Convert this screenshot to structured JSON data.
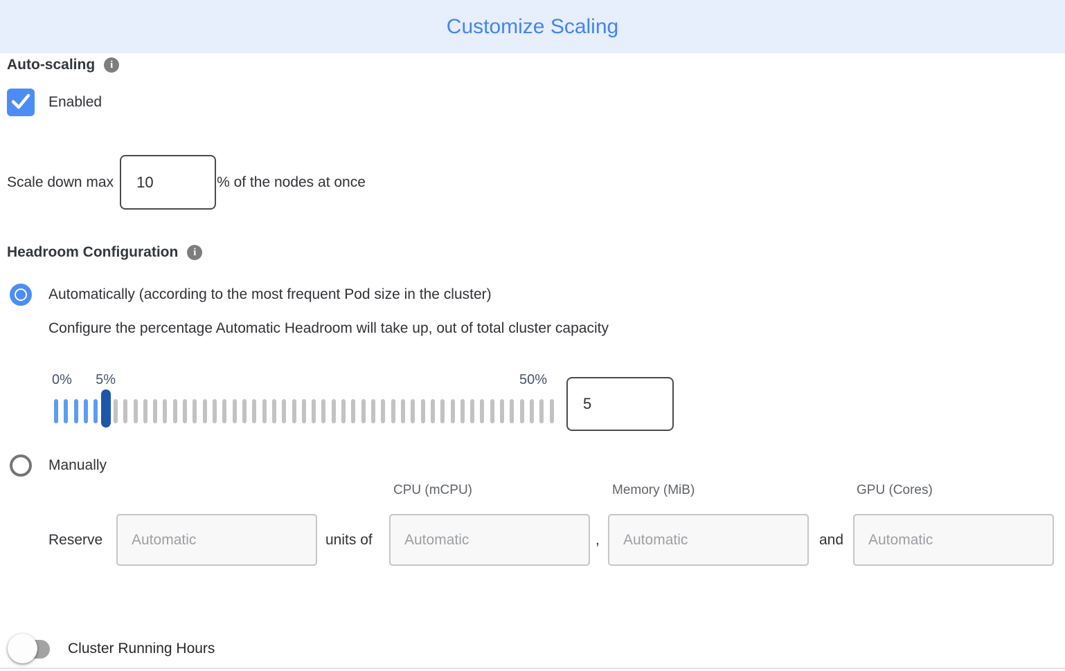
{
  "title": "Customize Scaling",
  "auto_scaling": {
    "label": "Auto-scaling",
    "checkbox_label": "Enabled",
    "checked": true
  },
  "scale_down": {
    "label": "Scale down max",
    "value": "10",
    "suffix": "% of the nodes at once"
  },
  "headroom": {
    "label": "Headroom Configuration",
    "automatic": {
      "label": "Automatically (according to the most frequent Pod size in the cluster)",
      "selected": true,
      "description": "Configure the percentage Automatic Headroom will take up, out of total cluster capacity",
      "slider": {
        "min_label": "0%",
        "current_label": "5%",
        "max_label": "50%",
        "min": 0,
        "max": 50,
        "value": 5,
        "ticks_total": 51,
        "value_field": "5"
      }
    },
    "manual": {
      "label": "Manually",
      "selected": false,
      "reserve_label": "Reserve",
      "units_of_label": "units of",
      "comma": ",",
      "and_label": "and",
      "reserve_placeholder": "Automatic",
      "columns": [
        {
          "header": "CPU (mCPU)",
          "placeholder": "Automatic"
        },
        {
          "header": "Memory (MiB)",
          "placeholder": "Automatic"
        },
        {
          "header": "GPU (Cores)",
          "placeholder": "Automatic"
        }
      ]
    }
  },
  "cluster_running_hours": {
    "label": "Cluster Running Hours",
    "enabled": false
  },
  "colors": {
    "header_bg": "#E7EEFC",
    "title_blue": "#4285F4",
    "accent_blue": "#4C8DF5",
    "tick_blue": "#5E9CF0",
    "tick_gray": "#C2C2C2",
    "handle_blue": "#1D55A9"
  }
}
